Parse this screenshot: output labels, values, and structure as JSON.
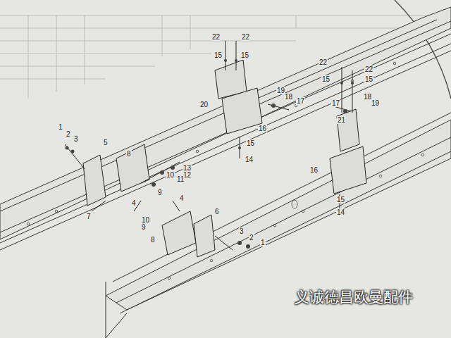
{
  "diagram": {
    "labels": [
      "22",
      "22",
      "15",
      "15",
      "22",
      "22",
      "15",
      "15",
      "19",
      "18",
      "17",
      "20",
      "17",
      "18",
      "19",
      "21",
      "16",
      "15",
      "14",
      "16",
      "15",
      "14",
      "1",
      "2",
      "3",
      "5",
      "8",
      "13",
      "12",
      "11",
      "10",
      "9",
      "7",
      "4",
      "4",
      "10",
      "9",
      "8",
      "6",
      "3",
      "2",
      "1",
      "义诚德昌欧曼配件"
    ]
  }
}
